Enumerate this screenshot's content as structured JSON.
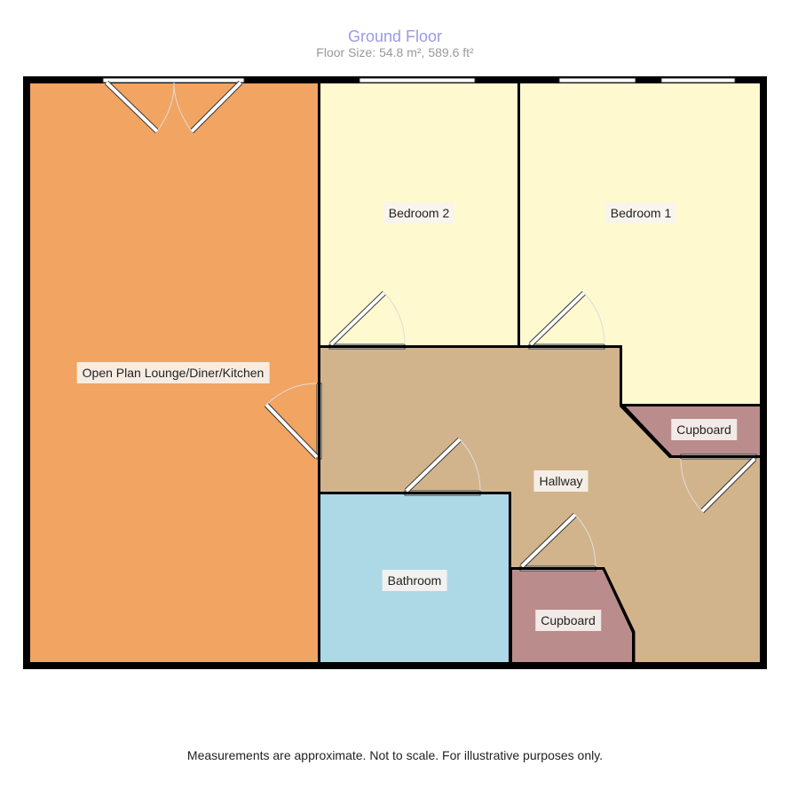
{
  "header": {
    "title": "Ground Floor",
    "subtitle": "Floor Size: 54.8 m², 589.6 ft²"
  },
  "rooms": [
    {
      "name": "Open Plan Lounge/Diner/Kitchen",
      "color": "#f2a462"
    },
    {
      "name": "Bedroom 2",
      "color": "#fef9cf"
    },
    {
      "name": "Bedroom 1",
      "color": "#fef9cf"
    },
    {
      "name": "Hallway",
      "color": "#d2b48c"
    },
    {
      "name": "Cupboard",
      "color": "#bb8c8c"
    },
    {
      "name": "Bathroom",
      "color": "#add8e6"
    },
    {
      "name": "Cupboard",
      "color": "#bb8c8c"
    }
  ],
  "footer": "Measurements are approximate. Not to scale. For illustrative purposes only."
}
